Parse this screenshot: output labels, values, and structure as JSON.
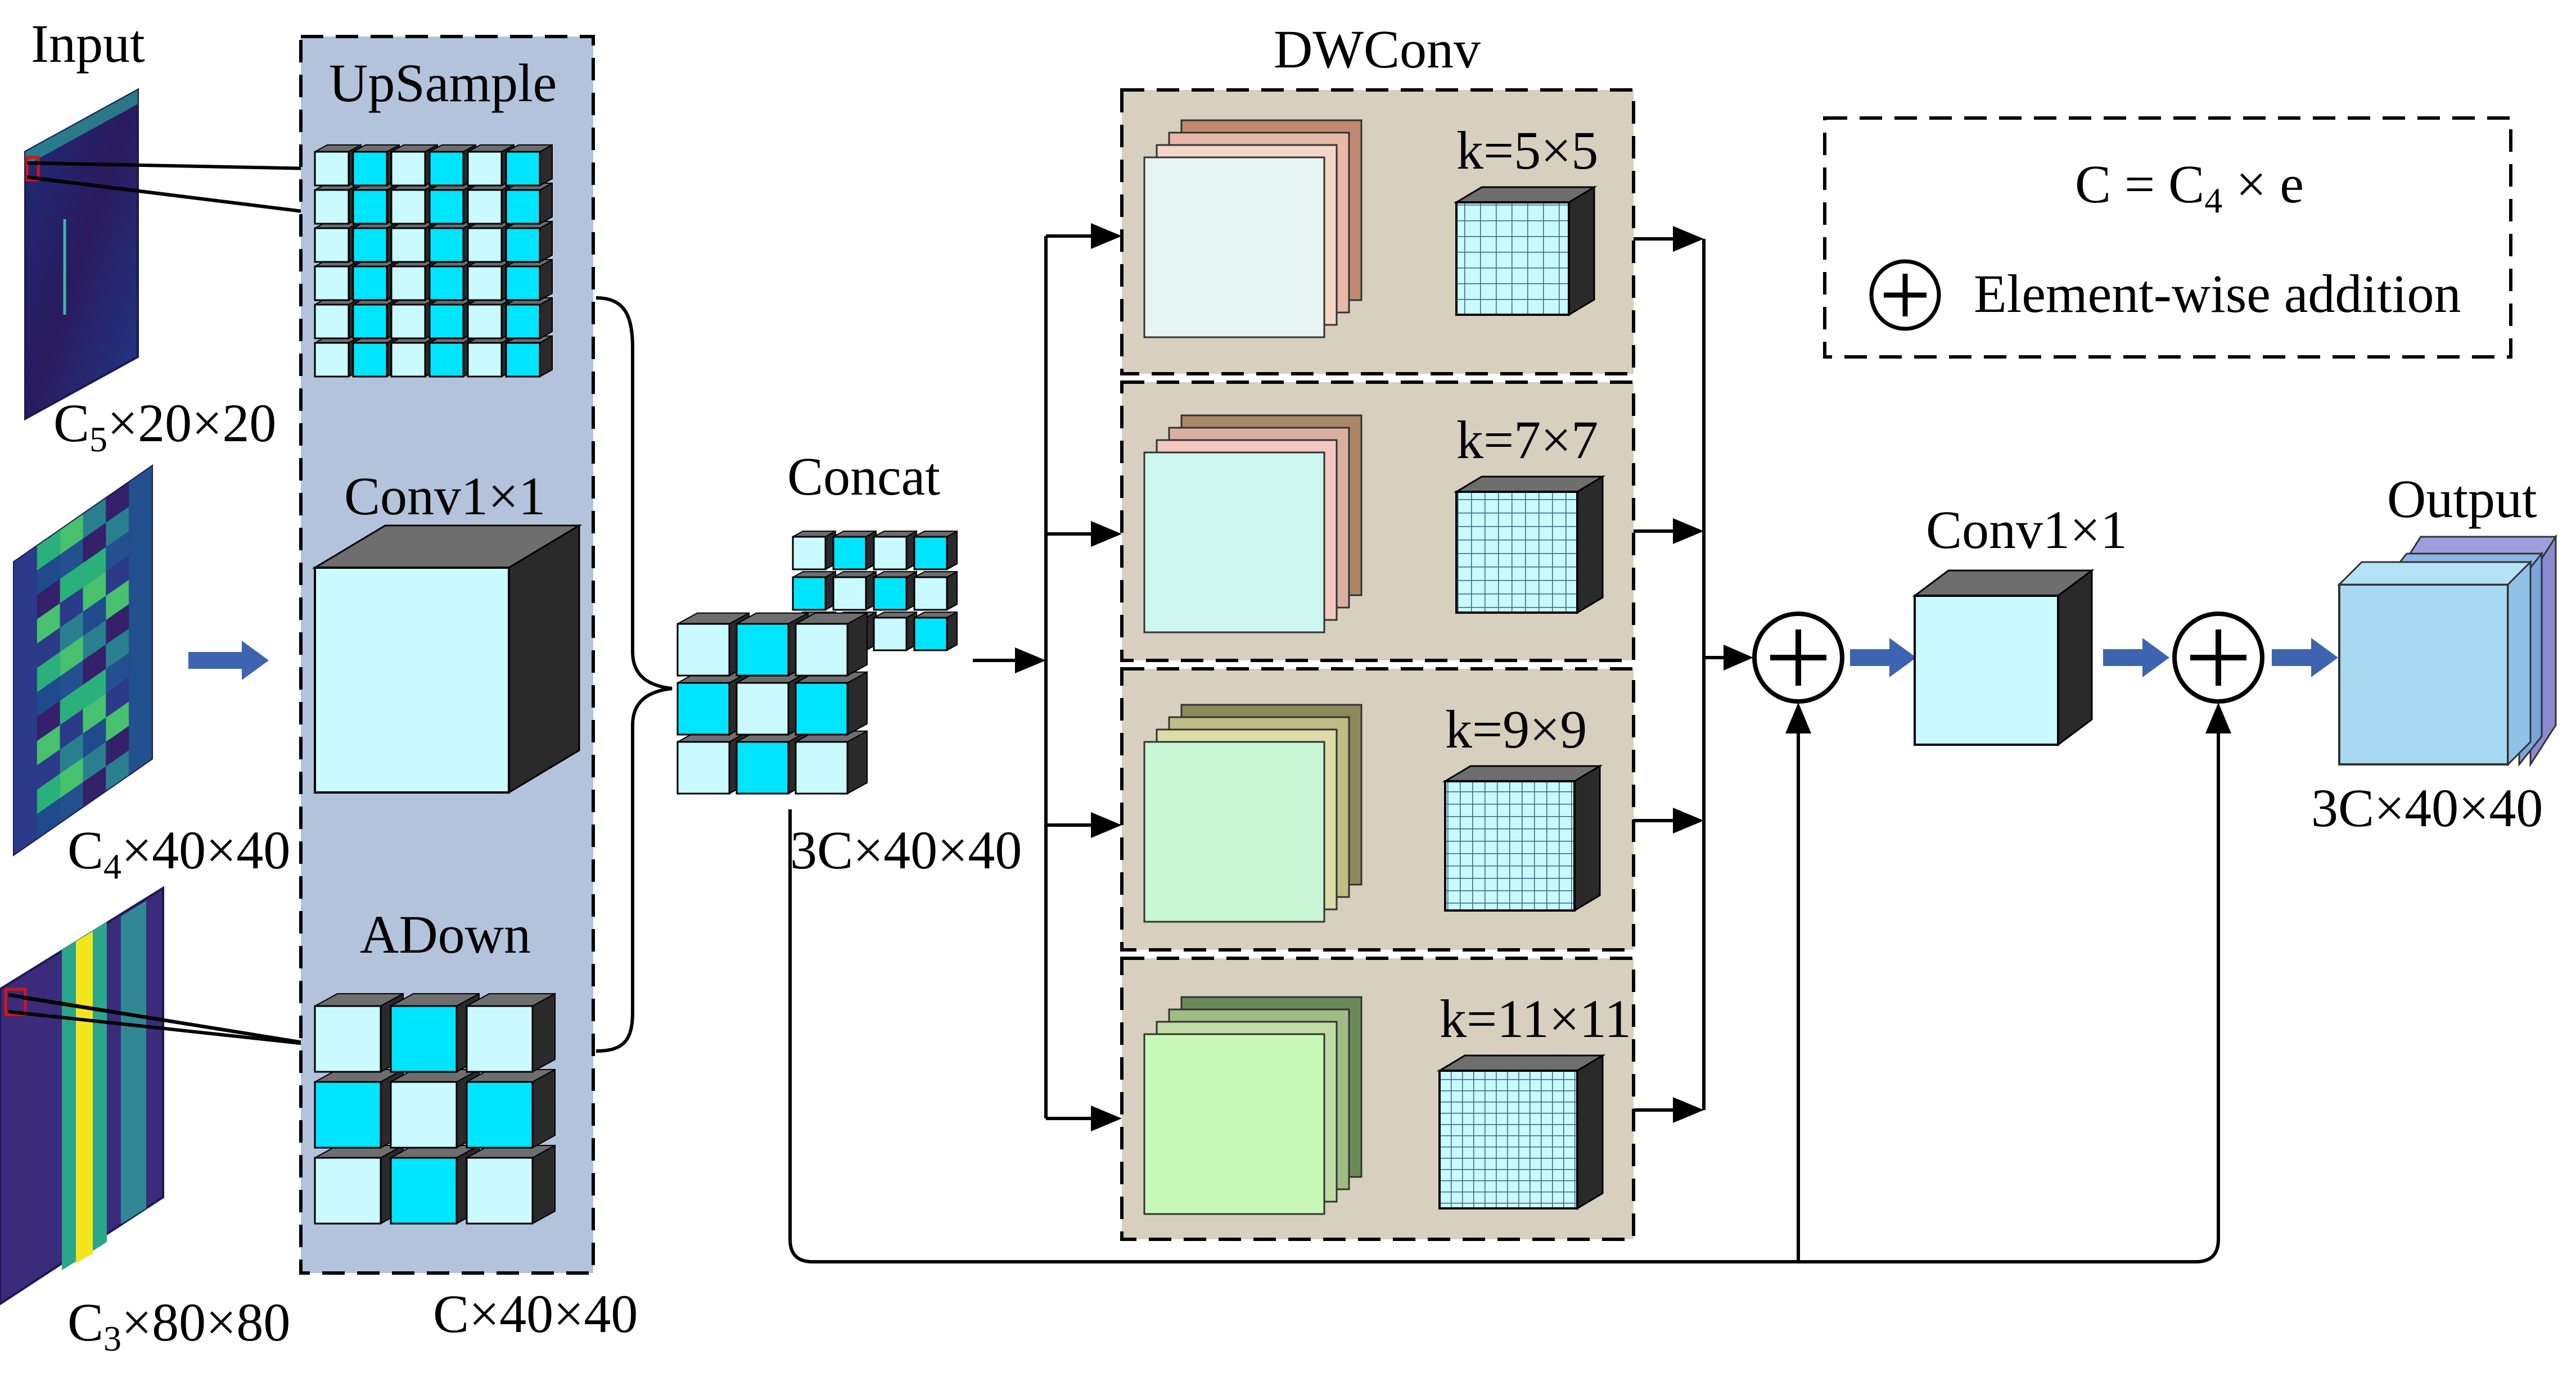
{
  "labels": {
    "input": "Input",
    "input1_shape": {
      "base": "C",
      "sub": "5",
      "rest": "×20×20"
    },
    "input2_shape": {
      "base": "C",
      "sub": "4",
      "rest": "×40×40"
    },
    "input3_shape": {
      "base": "C",
      "sub": "3",
      "rest": "×80×80"
    },
    "upsample": "UpSample",
    "conv1x1_left": "Conv1×1",
    "adown": "ADown",
    "branch_shape": "C×40×40",
    "concat": "Concat",
    "concat_shape": "3C×40×40",
    "dwconv": "DWConv",
    "k5": "k=5×5",
    "k7": "k=7×7",
    "k9": "k=9×9",
    "k11": "k=11×11",
    "conv1x1_right": "Conv1×1",
    "output": "Output",
    "output_shape": "3C×40×40"
  },
  "legend": {
    "formula": {
      "lhs": "C = C",
      "sub": "4",
      "rhs": " × e"
    },
    "add_symbol_label": "Element-wise addition"
  },
  "colors": {
    "panel_blue": "#b3c3dc",
    "panel_tan": "#d8d0bf",
    "cyan": "#00e5ff",
    "light_cyan": "#c8faff",
    "cube_top": "#6e6e6e",
    "cube_side": "#2a2a2a",
    "blue_arrow": "#3d64b0",
    "heatmap_dark": "#2b1a5e",
    "heatmap_yellow": "#f2e51c"
  },
  "icons": {
    "add": "circled-plus-icon",
    "flow_arrow": "blue-right-arrow-icon"
  }
}
